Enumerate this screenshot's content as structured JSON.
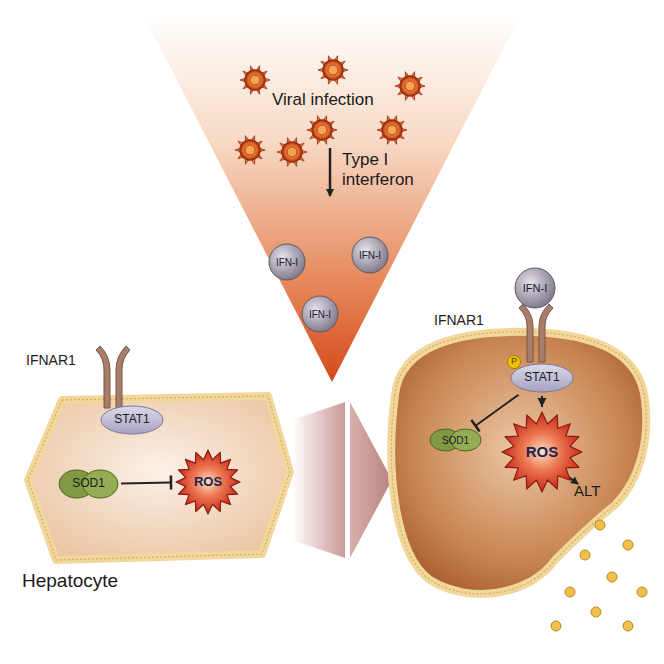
{
  "diagram": {
    "nodes": [
      {
        "text": [
          "IFN-I"
        ]
      },
      {
        "text": [
          "IFN-I"
        ]
      },
      {
        "text": [
          "IFN-I"
        ]
      },
      {
        "text": [
          "STAT1"
        ]
      },
      {
        "text": [
          "SOD1"
        ]
      },
      {
        "text": [
          "ROS"
        ]
      },
      {
        "text": [
          "IFN-I"
        ]
      },
      {
        "text": [
          "STAT1"
        ]
      },
      {
        "text": [
          "P"
        ]
      },
      {
        "text": [
          "SOD1"
        ]
      },
      {
        "text": [
          "ROS"
        ]
      }
    ],
    "edges": [
      {
        "from": 4,
        "to": 5,
        "arrow": "to"
      },
      {
        "from": 7,
        "to": 9,
        "arrow": "to"
      },
      {
        "from": 7,
        "to": 10,
        "arrow": "to"
      }
    ],
    "labels": [
      "Viral infection",
      "Type I interferon",
      "IFNAR1",
      "Hepatocyte",
      "IFNAR1",
      "ALT"
    ]
  }
}
